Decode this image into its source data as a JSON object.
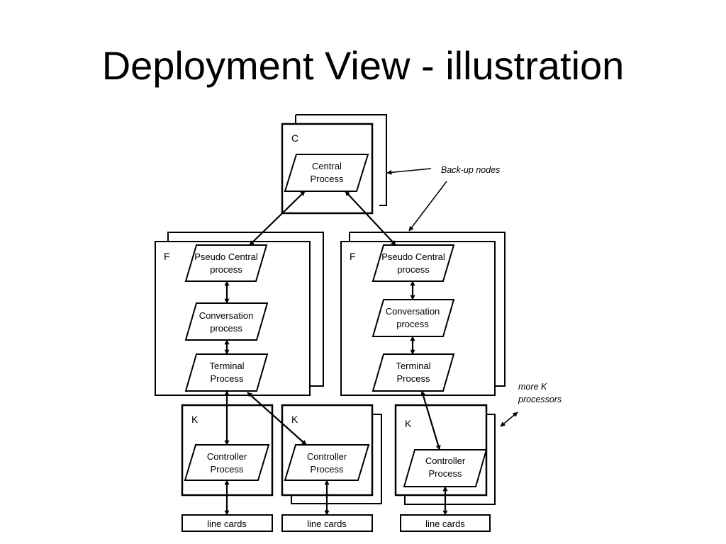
{
  "slide": {
    "title": "Deployment View - illustration"
  },
  "diagram": {
    "central_node": {
      "letter": "C",
      "process": [
        "Central",
        "Process"
      ]
    },
    "f_nodes": [
      {
        "letter": "F",
        "processes": [
          [
            "Pseudo Central",
            "process"
          ],
          [
            "Conversation",
            "process"
          ],
          [
            "Terminal",
            "Process"
          ]
        ]
      },
      {
        "letter": "F",
        "processes": [
          [
            "Pseudo Central",
            "process"
          ],
          [
            "Conversation",
            "process"
          ],
          [
            "Terminal",
            "Process"
          ]
        ]
      }
    ],
    "k_nodes": [
      {
        "letter": "K",
        "process": [
          "Controller",
          "Process"
        ],
        "line_cards": "line cards"
      },
      {
        "letter": "K",
        "process": [
          "Controller",
          "Process"
        ]
      },
      {
        "letter": "K",
        "process": [
          "Controller",
          "Process"
        ],
        "line_cards": "line cards"
      }
    ],
    "middle_line_cards": "line cards",
    "annotations": {
      "backup": "Back-up nodes",
      "more_k": [
        "more K",
        "processors"
      ]
    }
  }
}
